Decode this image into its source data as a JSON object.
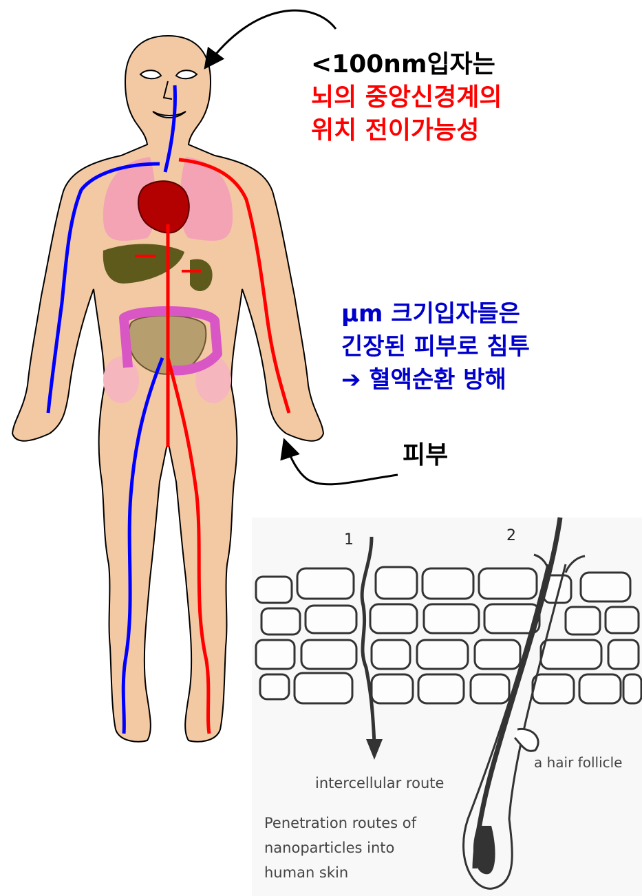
{
  "annotations": {
    "brain": {
      "line1": "<100nm입자는",
      "line2": "뇌의 중앙신경계의",
      "line3": "위치 전이가능성"
    },
    "micro": {
      "line1": "μm 크기입자들은",
      "line2": "긴장된 피부로 침투",
      "line3": "➔ 혈액순환 방해"
    },
    "skin": "피부"
  },
  "skin_diagram": {
    "route1_number": "1",
    "route2_number": "2",
    "route1_label": "intercellular route",
    "route2_label": "a hair follicle",
    "caption_line1": "Penetration routes of",
    "caption_line2": "nanoparticles into",
    "caption_line3": "human skin"
  },
  "colors": {
    "black_text": "#000000",
    "red_text": "#ff0000",
    "blue_text": "#0000cc",
    "body_skin": "#f3c9a4",
    "artery": "#ff0000",
    "vein": "#0000ff",
    "heart": "#b30000",
    "lungs": "#f4a3b5",
    "liver": "#5e5a1c",
    "intestine": "#d957c4"
  }
}
